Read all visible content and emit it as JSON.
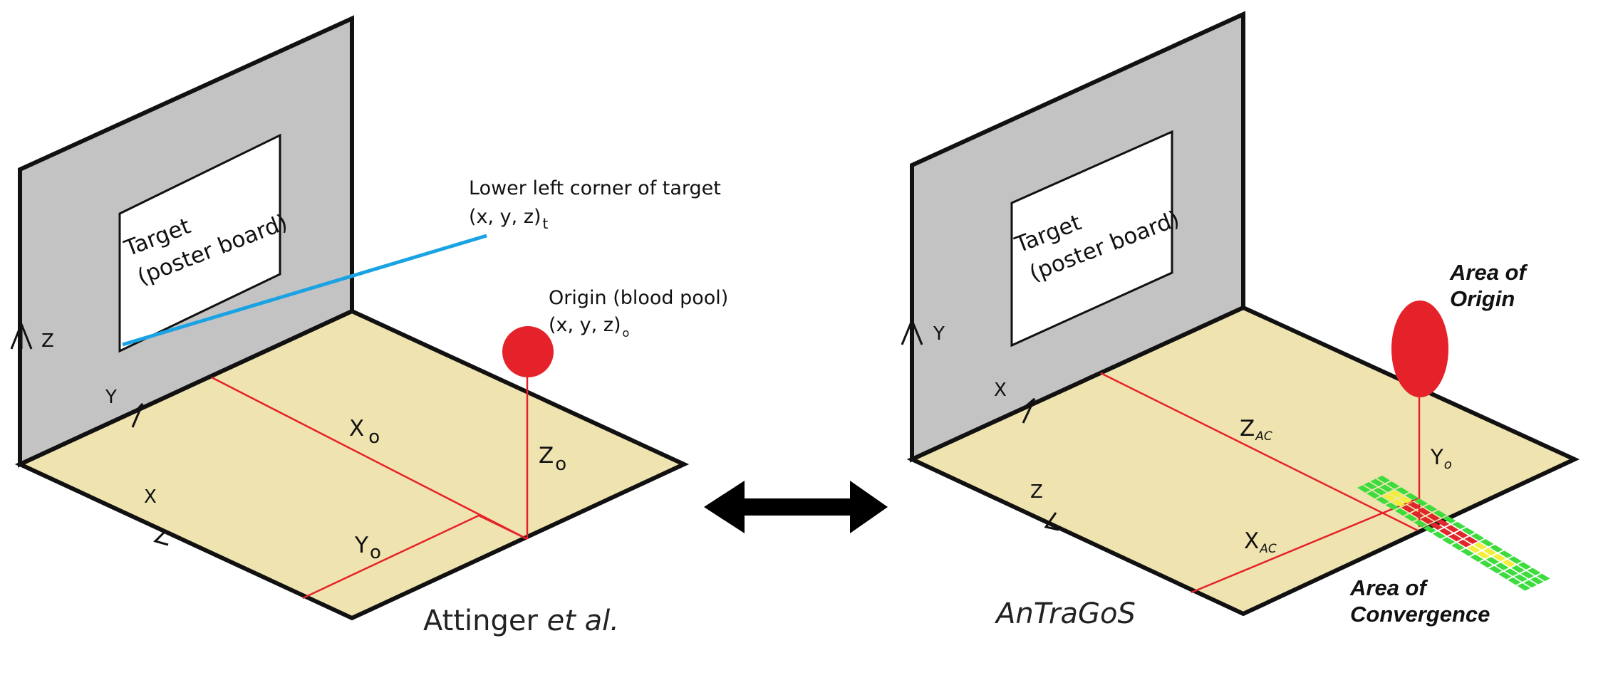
{
  "colors": {
    "wall": "#c3c3c3",
    "floor": "#efe3b0",
    "outline": "#111111",
    "measure_line": "#e5222a",
    "origin_blob": "#e5222a",
    "trajectory": "#1aa3e3",
    "grid_green": "#3ddc3d",
    "grid_yellow": "#f2ee3a",
    "grid_red": "#e0262a"
  },
  "left_panel": {
    "target_line1": "Target",
    "target_line2": "(poster board)",
    "axis_vertical": "Z",
    "axis_depth": "Y",
    "axis_horizontal": "X",
    "measure_x": "X",
    "measure_x_sub": "o",
    "measure_y": "Y",
    "measure_y_sub": "o",
    "measure_z": "Z",
    "measure_z_sub": "o",
    "corner_label": "Lower left corner of target",
    "corner_coord": "(x, y, z)",
    "corner_sub": "t",
    "origin_label": "Origin (blood pool)",
    "origin_coord": "(x, y, z)",
    "origin_sub": "o",
    "caption_main": "Attinger ",
    "caption_italic": "et al."
  },
  "right_panel": {
    "target_line1": "Target",
    "target_line2": "(poster board)",
    "axis_vertical": "Y",
    "axis_depth": "X",
    "axis_horizontal": "Z",
    "measure_z": "Z",
    "measure_z_sub": "AC",
    "measure_x": "X",
    "measure_x_sub": "AC",
    "measure_y": "Y",
    "measure_y_sub": "o",
    "area_origin_line1": "Area of",
    "area_origin_line2": "Origin",
    "area_conv_line1": "Area of",
    "area_conv_line2": "Convergence",
    "caption": "AnTraGoS"
  },
  "connector": {
    "icon": "double-headed-arrow-icon"
  }
}
